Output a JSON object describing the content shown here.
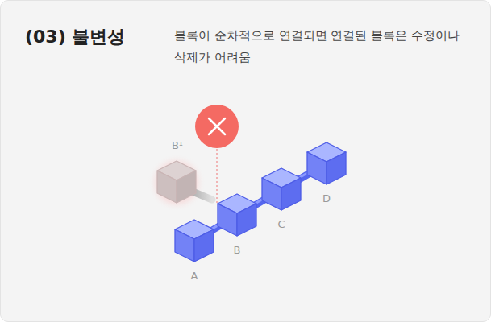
{
  "diagram": {
    "title": "(03) 불변성",
    "caption": "블록이 순차적으로 연결되면 연결된 블록은 수정이나 삭제가 어려움",
    "labels": [
      "B¹",
      "A",
      "B",
      "C",
      "D"
    ]
  }
}
